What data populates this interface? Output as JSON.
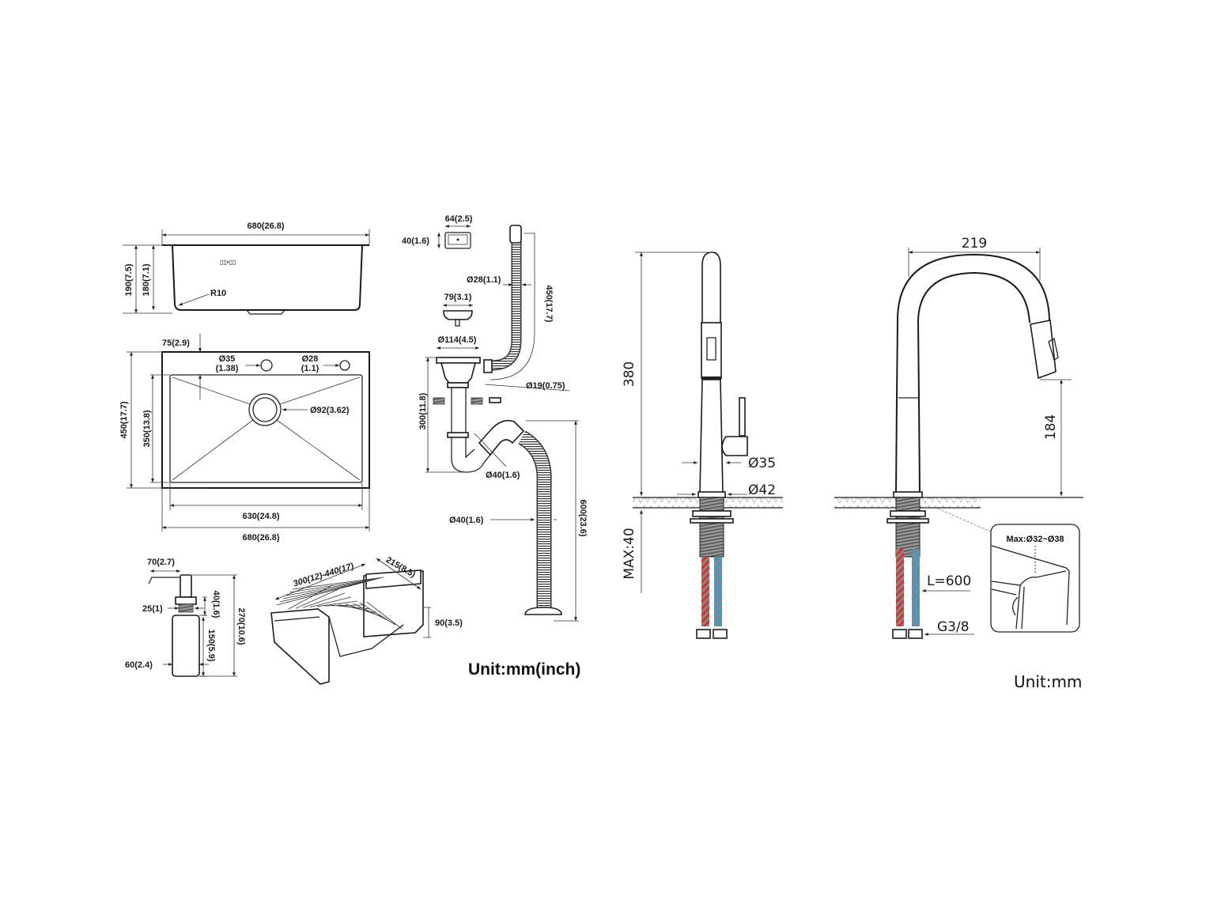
{
  "colors": {
    "line": "#1a1a1a",
    "hot_hose": "#d8322b",
    "cold_hose": "#3a9ad0",
    "counter_hatch": "#aaaaaa"
  },
  "sink_side": {
    "width": "680(26.8)",
    "height_outer": "190(7.5)",
    "height_inner": "180(7.1)",
    "radius": "R10"
  },
  "sink_top": {
    "hole_offset": "75(2.9)",
    "hole1_dia": "Ø35",
    "hole1_inch": "(1.38)",
    "hole2_dia": "Ø28",
    "hole2_inch": "(1.1)",
    "drain_dia": "Ø92(3.62)",
    "depth_outer": "450(17.7)",
    "depth_inner": "350(13.8)",
    "bowl_width": "630(24.8)",
    "overall_width": "680(26.8)"
  },
  "drain_kit": {
    "overflow_width": "64(2.5)",
    "overflow_height": "40(1.6)",
    "overflow_hose_dia": "Ø28(1.1)",
    "overflow_hose_length": "450(17.7)",
    "strainer_width": "79(3.1)",
    "flange_dia": "Ø114(4.5)",
    "side_inlet_dia": "Ø19(0.75)",
    "trap_height": "300(11.8)",
    "trap_dia": "Ø40(1.6)",
    "drain_hose_dia": "Ø40(1.6)",
    "drain_hose_length": "600(23.6)"
  },
  "soap_dispenser": {
    "spout": "70(2.7)",
    "neck": "40(1.6)",
    "thread": "25(1)",
    "bottle_height": "150(5.9)",
    "total_height": "270(10.6)",
    "bottle_dia": "60(2.4)"
  },
  "basket": {
    "length": "300(12)-440(17)",
    "width": "215(8.5)",
    "height": "90(3.5)"
  },
  "unit_left": "Unit:mm(inch)",
  "faucet_side": {
    "height": "380",
    "body_dia": "Ø35",
    "base_dia": "Ø42",
    "max_thickness": "MAX:40"
  },
  "faucet_front": {
    "reach": "219",
    "spout_height": "184",
    "hose_length": "L=600",
    "connector": "G3/8",
    "hole_range": "Max:Ø32~Ø38"
  },
  "unit_right": "Unit:mm"
}
